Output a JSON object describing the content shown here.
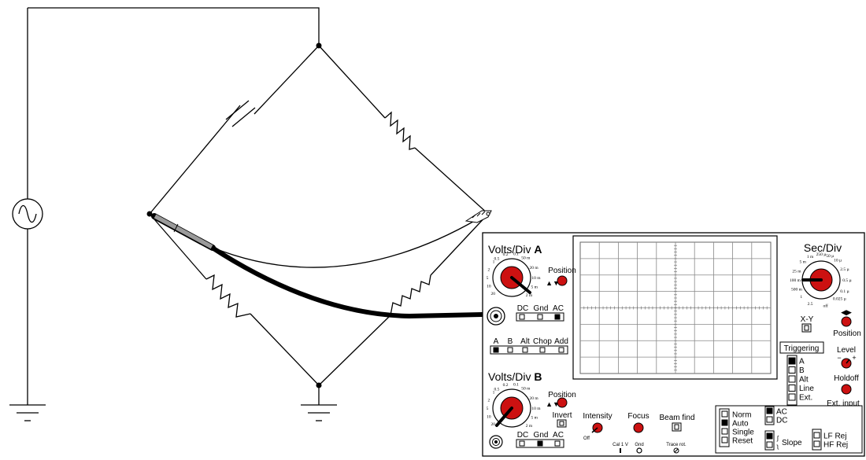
{
  "scope": {
    "volts_div_a": {
      "label": "Volts/Div",
      "channel": "A"
    },
    "volts_div_b": {
      "label": "Volts/Div",
      "channel": "B"
    },
    "position_label": "Position",
    "invert_label": "Invert",
    "dial_a_scale": [
      "0.5",
      "0.2",
      "0.1",
      "50 m",
      "20 m",
      "10 m",
      "5 m",
      "2 m",
      "20",
      "10",
      "5",
      "2",
      "1"
    ],
    "dial_b_scale": [
      "0.5",
      "0.2",
      "0.1",
      "50 m",
      "20 m",
      "10 m",
      "5 m",
      "2 m",
      "20",
      "10",
      "5",
      "2",
      "1"
    ],
    "coupling": {
      "dc": "DC",
      "gnd": "Gnd",
      "ac": "AC"
    },
    "mode": {
      "a": "A",
      "b": "B",
      "alt": "Alt",
      "chop": "Chop",
      "add": "Add"
    },
    "intensity_label": "Intensity",
    "off_label": "Off",
    "focus_label": "Focus",
    "beam_find_label": "Beam find",
    "cal_label": "Cal 1 V",
    "gnd_label": "Gnd",
    "trace_rot_label": "Trace rot.",
    "sec_div_label": "Sec/Div",
    "sec_div_scale": [
      "1 m",
      "250 µ",
      "50 µ",
      "5 m",
      "10 µ",
      "25 m",
      "2.5 µ",
      "100 m",
      "0.5 µ",
      "500 m",
      "0.1 µ",
      "1",
      "0.025 µ",
      "2.5",
      "off"
    ],
    "xy_label": "X-Y",
    "h_position_label": "Position",
    "triggering_label": "Triggering",
    "trigger_sources": [
      "A",
      "B",
      "Alt",
      "Line",
      "Ext."
    ],
    "level_label": "Level",
    "level_minus": "−",
    "level_plus": "+",
    "holdoff_label": "Holdoff",
    "ext_input_label": "Ext. input",
    "sweep_modes": [
      "Norm",
      "Auto",
      "Single",
      "Reset"
    ],
    "trigger_coupling": [
      "AC",
      "DC"
    ],
    "slope_label": "Slope",
    "rej_options": [
      "LF Rej",
      "HF Rej"
    ]
  },
  "colors": {
    "knob_red": "#cc1111",
    "line": "#000000",
    "probe_cable": "#000000",
    "probe_body": "#9a9a9a",
    "screen_grid": "#888888"
  },
  "icons": {
    "ac_source": "sine-wave-icon",
    "ground": "ground-symbol-icon",
    "bnc": "bnc-connector-icon"
  }
}
